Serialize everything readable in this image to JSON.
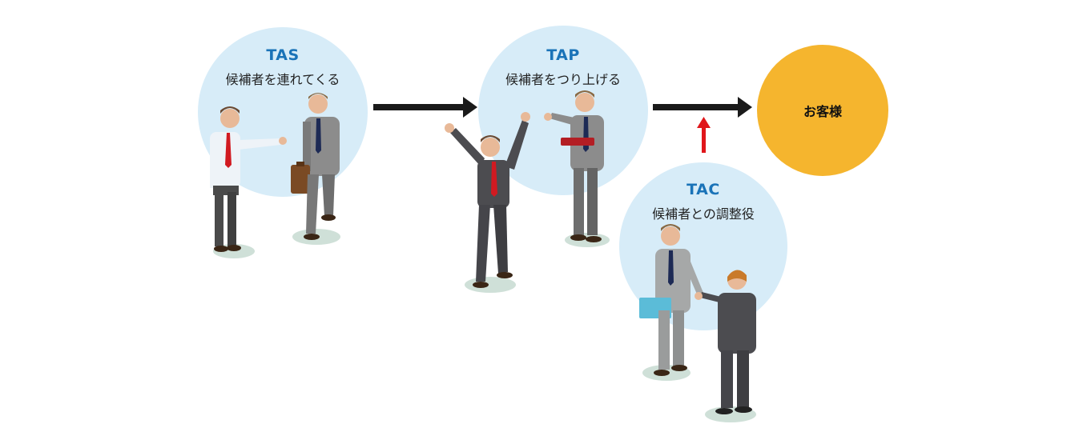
{
  "nodes": {
    "tas": {
      "title": "TAS",
      "subtitle": "候補者を連れてくる"
    },
    "tap": {
      "title": "TAP",
      "subtitle": "候補者をつり上げる"
    },
    "tac": {
      "title": "TAC",
      "subtitle": "候補者との調整役"
    },
    "customer": {
      "label": "お客様"
    }
  },
  "colors": {
    "circle_fill": "#d7ecf8",
    "title_blue": "#1a73b8",
    "customer_fill": "#f5b52e",
    "arrow_main": "#1a1a1a",
    "arrow_support": "#e0161b"
  }
}
